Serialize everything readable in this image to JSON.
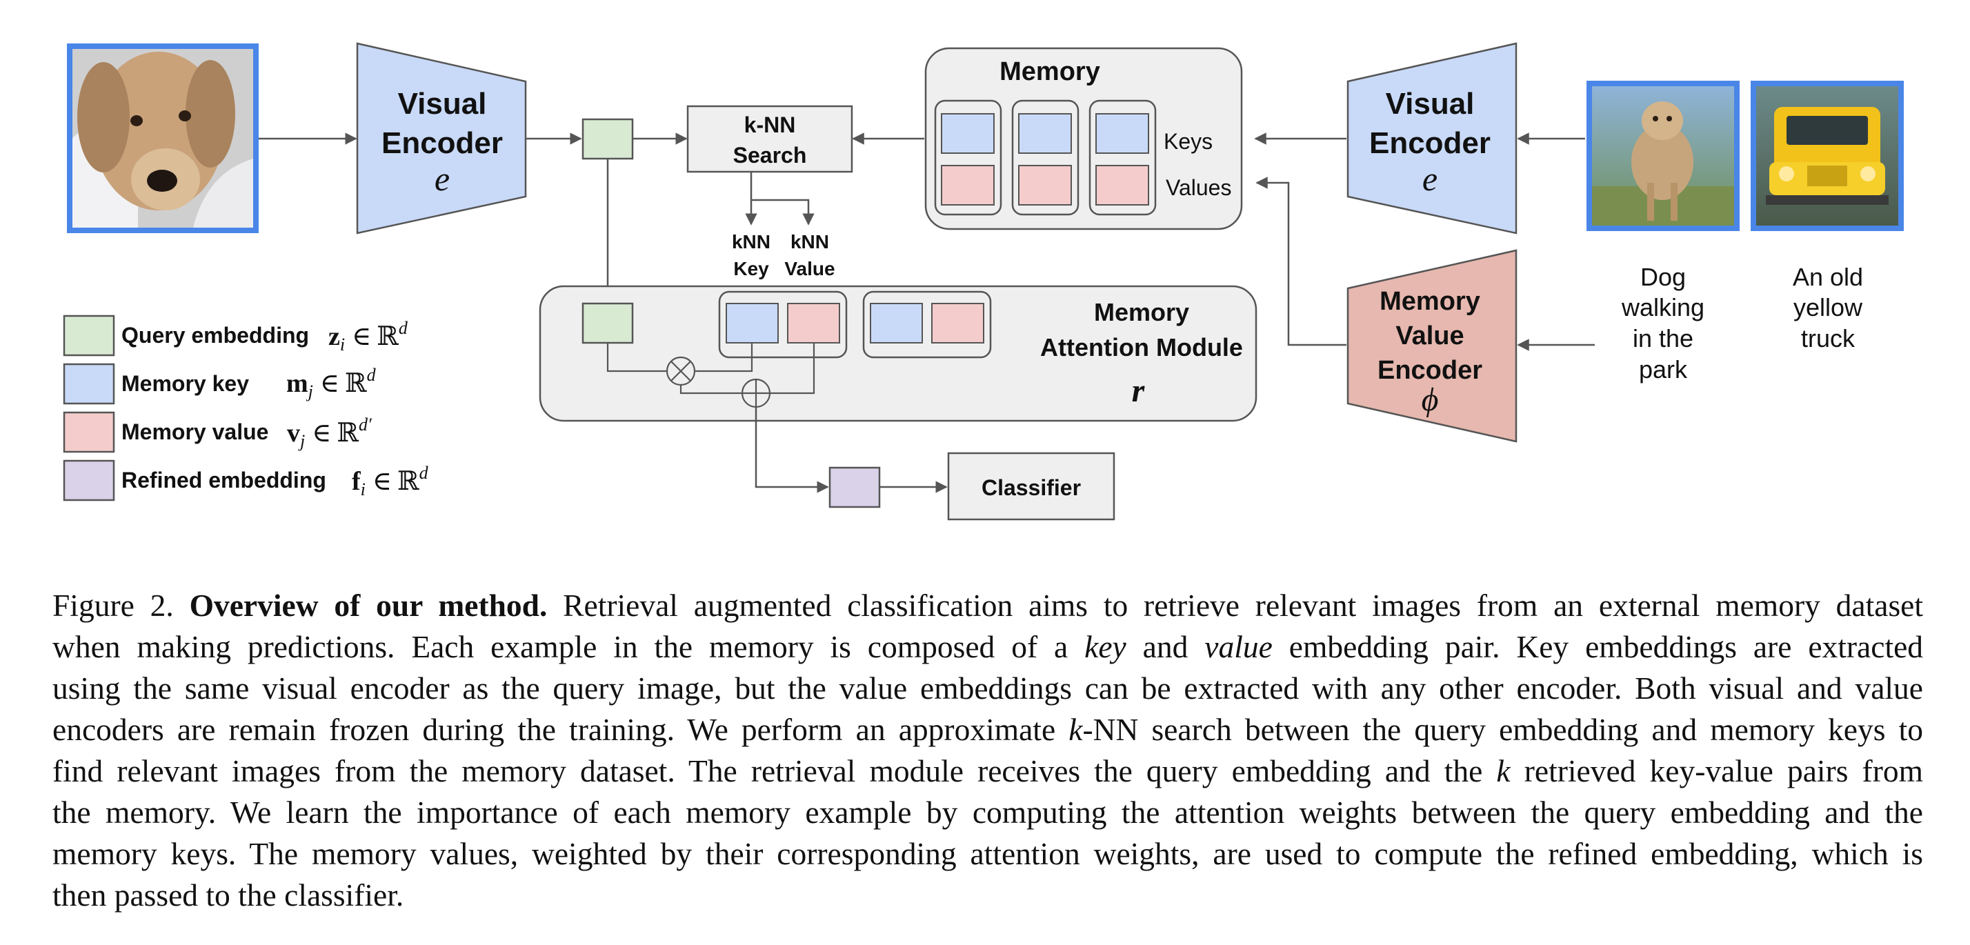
{
  "diagram": {
    "query_encoder": {
      "title_line1": "Visual",
      "title_line2": "Encoder",
      "symbol": "e"
    },
    "memory_encoder": {
      "title_line1": "Visual",
      "title_line2": "Encoder",
      "symbol": "e"
    },
    "value_encoder": {
      "title_line1": "Memory",
      "title_line2": "Value",
      "title_line3": "Encoder",
      "symbol": "ϕ"
    },
    "knn_search": {
      "line1": "k-NN",
      "line2": "Search"
    },
    "knn_outputs": {
      "key_line1": "kNN",
      "key_line2": "Key",
      "value_line1": "kNN",
      "value_line2": "Value"
    },
    "memory": {
      "title": "Memory",
      "keys_label": "Keys",
      "values_label": "Values"
    },
    "attention_module": {
      "line1": "Memory",
      "line2": "Attention Module",
      "symbol": "r"
    },
    "classifier": {
      "label": "Classifier"
    },
    "operators": {
      "multiply": "⊗",
      "add": "⊕"
    },
    "images": {
      "query_image": "dog-closeup-photo",
      "memory_image_1": "dog-walking-photo",
      "memory_image_2": "yellow-truck-photo"
    },
    "memory_texts": {
      "text1_line1": "Dog",
      "text1_line2": "walking",
      "text1_line3": "in the",
      "text1_line4": "park",
      "text2_line1": "An old",
      "text2_line2": "yellow",
      "text2_line3": "truck"
    },
    "legend": [
      {
        "label": "Query embedding",
        "math": "z",
        "sub": "i",
        "space": "ℝ",
        "sup": "d",
        "color": "#d9ead3"
      },
      {
        "label": "Memory key",
        "math": "m",
        "sub": "j",
        "space": "ℝ",
        "sup": "d",
        "color": "#c9daf8"
      },
      {
        "label": "Memory value",
        "math": "v",
        "sub": "j",
        "space": "ℝ",
        "sup": "d′",
        "color": "#f4cccc"
      },
      {
        "label": "Refined embedding",
        "math": "f",
        "sub": "i",
        "space": "ℝ",
        "sup": "d",
        "color": "#d9d2e9"
      }
    ],
    "element_of": "∈",
    "colors": {
      "encoder_blue": "#c9daf8",
      "value_encoder_red": "#e6b8af",
      "panel_gray": "#efefef",
      "image_border": "#4a86e8"
    }
  },
  "caption": {
    "fig_label": "Figure 2.",
    "bold_title": "Overview of our method.",
    "line1_rest": "Retrieval augmented classification aims to retrieve relevant images from an external memory dataset",
    "line2_a": "when making predictions. Each example in the memory is composed of a",
    "line2_key": "key",
    "line2_b": "and",
    "line2_value": "value",
    "line2_c": "embedding pair. Key embeddings are extracted",
    "line3": "using the same visual encoder as the query image, but the value embeddings can be extracted with any other encoder. Both visual and value",
    "line4_a": "encoders are remain frozen during the training. We perform an approximate",
    "line4_k": "k",
    "line4_b": "-NN search between the query embedding and memory keys to",
    "line5_a": "find relevant images from the memory dataset. The retrieval module receives the query embedding and the",
    "line5_k": "k",
    "line5_b": "retrieved key-value pairs from",
    "line6": "the memory. We learn the importance of each memory example by computing the attention weights between the query embedding and the",
    "line7": "memory keys. The memory values, weighted by their corresponding attention weights, are used to compute the refined embedding, which is",
    "line8": "then passed to the classifier."
  }
}
